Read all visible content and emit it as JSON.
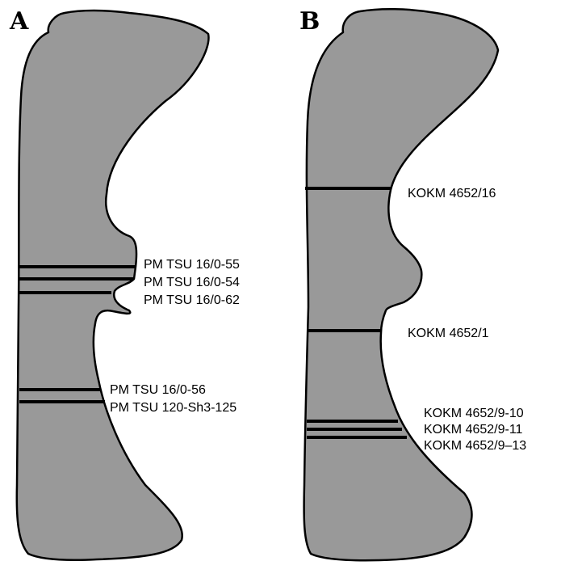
{
  "panels": [
    {
      "letter": "A",
      "labels": [
        "PM TSU 16/0-55",
        "PM TSU 16/0-54",
        "PM TSU 16/0-62",
        "PM TSU 16/0-56",
        "PM TSU 120-Sh3-125"
      ]
    },
    {
      "letter": "B",
      "labels": [
        "KOKM 4652/16",
        "KOKM 4652/1",
        "KOKM 4652/9-10",
        "KOKM 4652/9-11",
        "KOKM 4652/9–13"
      ]
    }
  ],
  "colors": {
    "bone_fill": "#999999",
    "outline": "#000000"
  }
}
